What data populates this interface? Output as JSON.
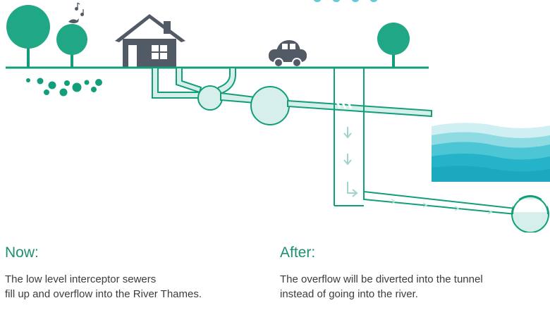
{
  "colors": {
    "green": "#129e7b",
    "dark_green": "#1c7a60",
    "house": "#525a66",
    "pipe_fill": "#d6efea",
    "water_light": "#bfe9ee",
    "water_mid": "#5fcbd8",
    "water_dark": "#24b3c8",
    "arrow": "#9fd3cc",
    "now_heading": "#1e8f73",
    "after_heading": "#1e8f73"
  },
  "icons": [
    "music-note-icon",
    "bird-icon",
    "house-icon",
    "car-icon",
    "tree-icon",
    "flow-arrow-icon"
  ],
  "captions": {
    "now": {
      "heading": "Now:",
      "text": "The low level interceptor sewers\nfill up and overflow into the River Thames."
    },
    "after": {
      "heading": "After:",
      "text": "The overflow will be diverted into the tunnel\ninstead of going into the river."
    }
  }
}
